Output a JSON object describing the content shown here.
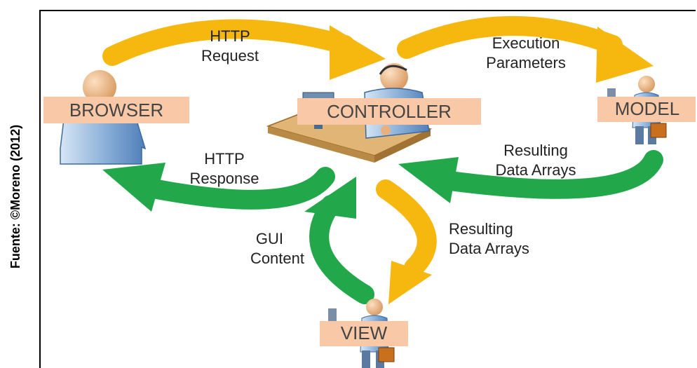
{
  "caption": "Fuente: ©Moreno (2012)",
  "colors": {
    "request_arrow": "#f6b70f",
    "response_arrow": "#22a84a",
    "label_box": "#f9c8a6"
  },
  "nodes": {
    "browser": "BROWSER",
    "controller": "CONTROLLER",
    "model": "MODEL",
    "view": "VIEW"
  },
  "arrows": {
    "http_request": [
      "HTTP",
      "Request"
    ],
    "execution_parameters": [
      "Execution",
      "Parameters"
    ],
    "resulting_model": [
      "Resulting",
      "Data Arrays"
    ],
    "http_response": [
      "HTTP",
      "Response"
    ],
    "gui_content": [
      "GUI",
      "Content"
    ],
    "resulting_view": [
      "Resulting",
      "Data Arrays"
    ]
  }
}
